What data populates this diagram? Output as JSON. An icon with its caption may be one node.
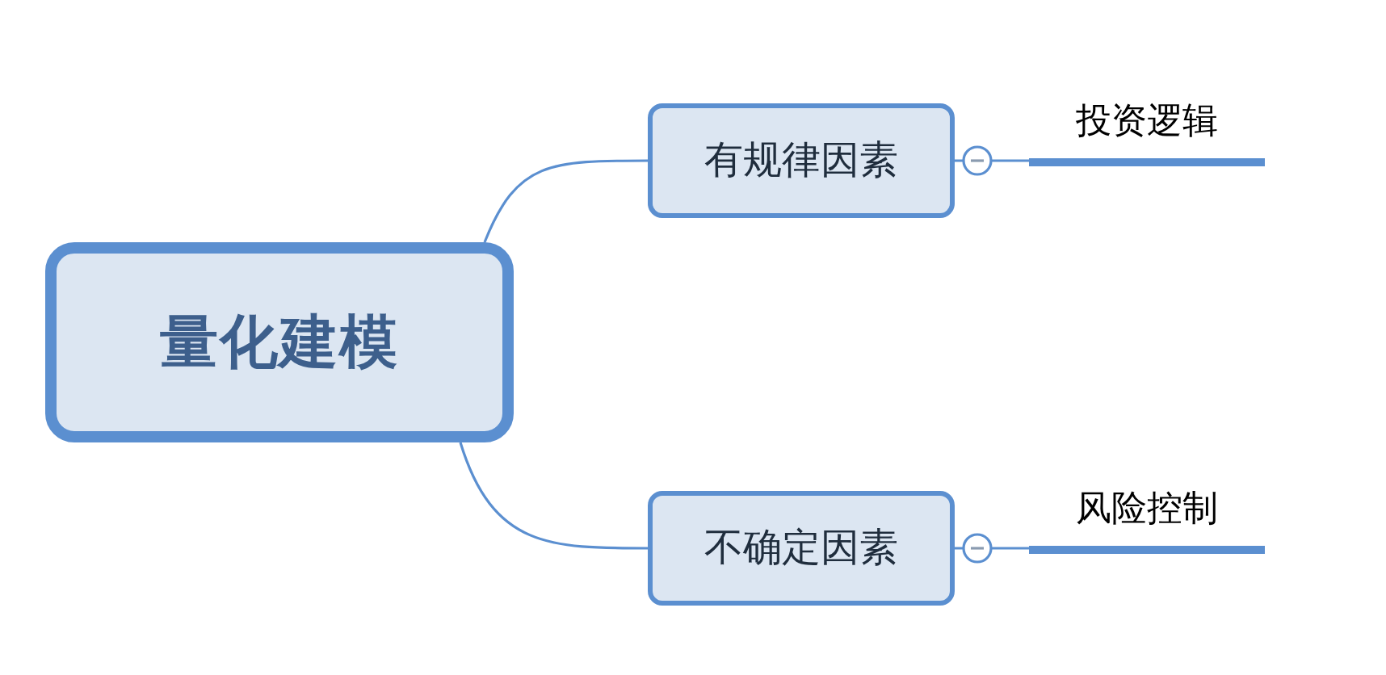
{
  "diagram": {
    "nodes": [
      {
        "text": [
          "量化建模"
        ]
      },
      {
        "text": [
          "有规律因素"
        ]
      },
      {
        "text": [
          "不确定因素"
        ]
      },
      {
        "text": [
          "投资逻辑"
        ]
      },
      {
        "text": [
          "风险控制"
        ]
      }
    ],
    "edges": [
      {
        "from": 0,
        "to": 1,
        "arrow": "none"
      },
      {
        "from": 0,
        "to": 2,
        "arrow": "none"
      },
      {
        "from": 1,
        "to": 3,
        "arrow": "none"
      },
      {
        "from": 2,
        "to": 4,
        "arrow": "none"
      }
    ]
  }
}
